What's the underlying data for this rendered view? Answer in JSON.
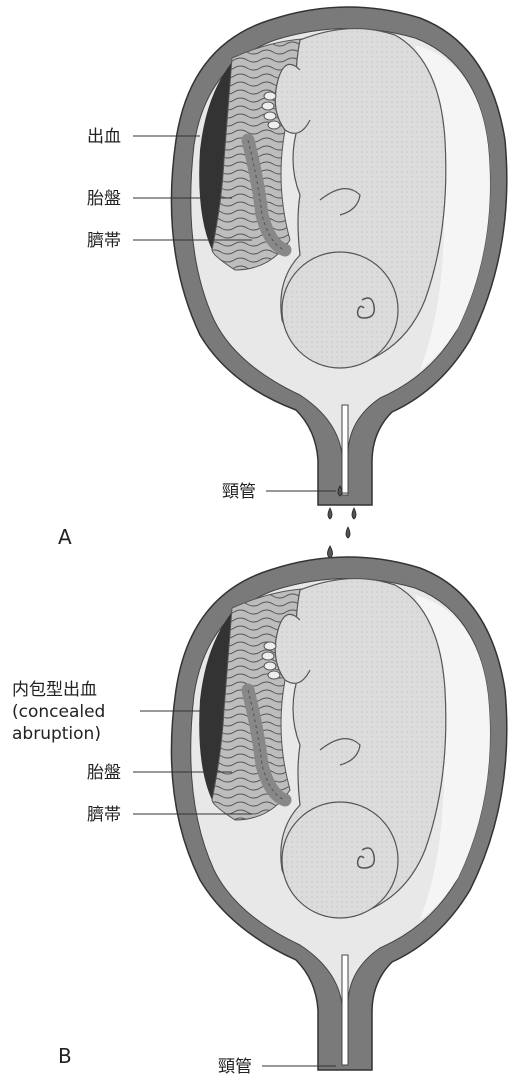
{
  "panels": [
    {
      "letter": "A",
      "labels": {
        "hemorrhage": "出血",
        "placenta": "胎盤",
        "umbilical_cord": "臍帯",
        "cervix": "頸管"
      }
    },
    {
      "letter": "B",
      "labels": {
        "concealed_hemorrhage_1": "内包型出血",
        "concealed_hemorrhage_2": "(concealed",
        "concealed_hemorrhage_3": "abruption)",
        "placenta": "胎盤",
        "umbilical_cord": "臍帯",
        "cervix": "頸管"
      }
    }
  ]
}
